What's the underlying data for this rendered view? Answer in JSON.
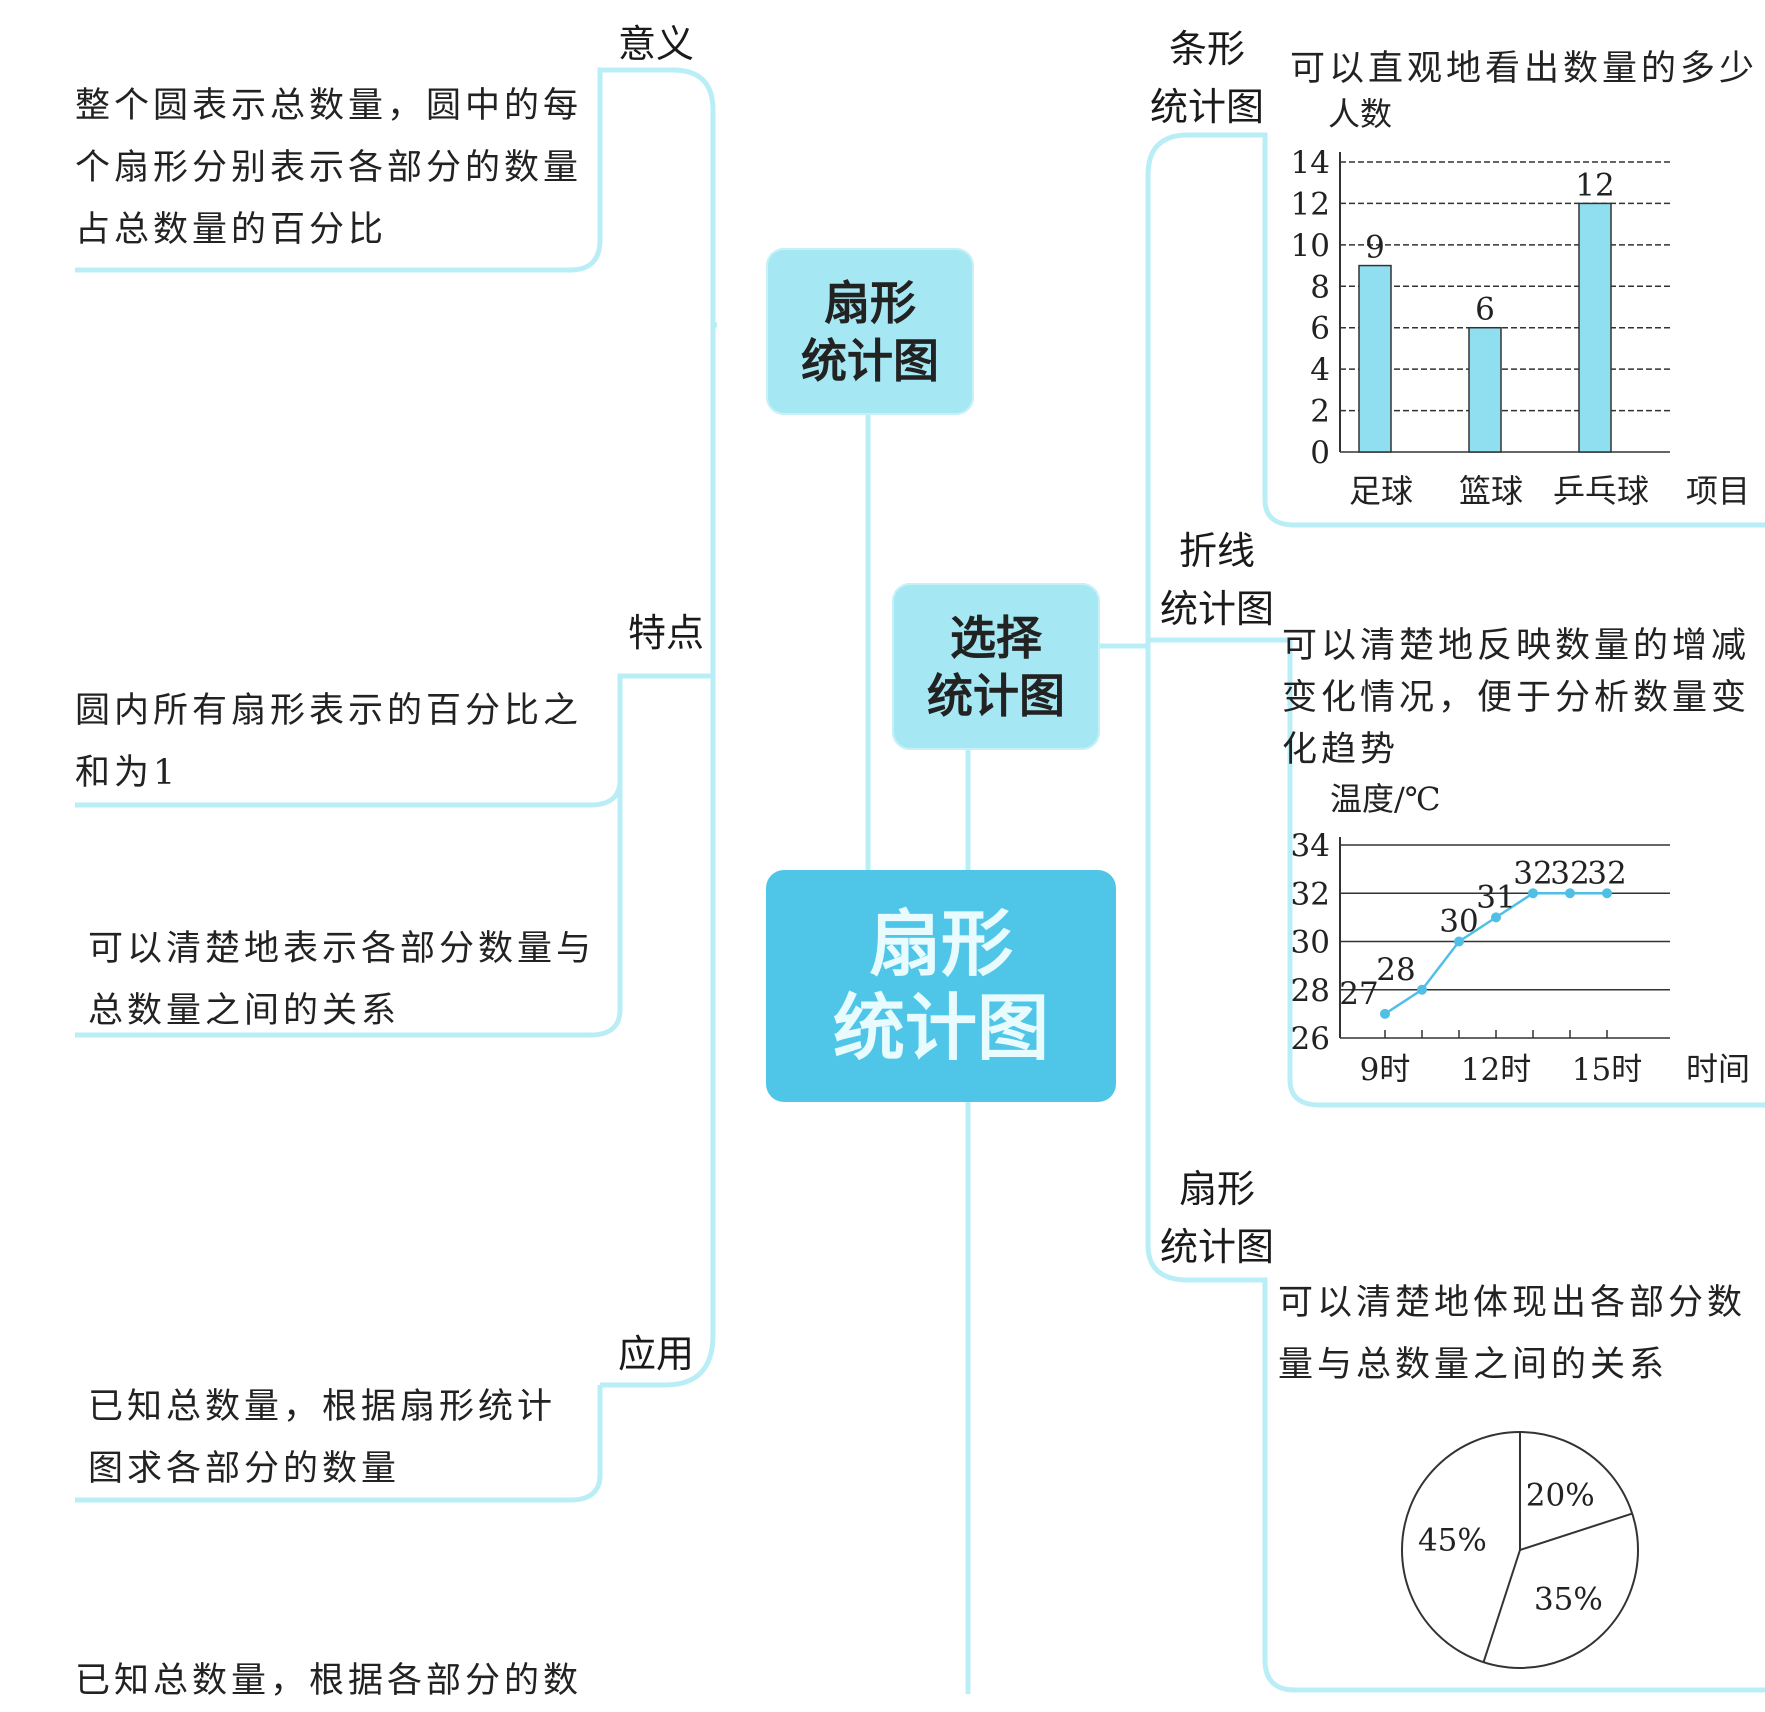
{
  "colors": {
    "branch": "#b9eef6",
    "node_sub": "#a5e8f3",
    "node_center": "#4fc6e7",
    "bar_fill": "#8fdff0",
    "line": "#4fbfe6"
  },
  "center": {
    "label": "扇形\n统计图"
  },
  "left_node": {
    "label": "扇形\n统计图"
  },
  "right_node": {
    "label": "选择\n统计图"
  },
  "left_branches": [
    {
      "label": "意义",
      "text": "整个圆表示总数量，圆中的每\n个扇形分别表示各部分的数量\n占总数量的百分比"
    },
    {
      "label": "特点",
      "texts": [
        "圆内所有扇形表示的百分比之\n和为1",
        "可以清楚地表示各部分数量与\n总数量之间的关系"
      ]
    },
    {
      "label": "应用",
      "texts": [
        "已知总数量，根据扇形统计\n图求各部分的数量",
        "已知总数量，根据各部分的数"
      ]
    }
  ],
  "right_branches": [
    {
      "label": "条形\n统计图",
      "text": "可以直观地看出数量的多少"
    },
    {
      "label": "折线\n统计图",
      "text": "可以清楚地反映数量的增减\n变化情况，便于分析数量变\n化趋势"
    },
    {
      "label": "扇形\n统计图",
      "text": "可以清楚地体现出各部分数\n量与总数量之间的关系"
    }
  ],
  "chart_data": [
    {
      "type": "bar",
      "ylabel": "人数",
      "xlabel": "项目",
      "categories": [
        "足球",
        "篮球",
        "乒乓球"
      ],
      "values": [
        9,
        6,
        12
      ],
      "ylim": [
        0,
        14
      ],
      "yticks": [
        0,
        2,
        4,
        6,
        8,
        10,
        12,
        14
      ],
      "grid": true
    },
    {
      "type": "line",
      "ylabel": "温度/℃",
      "xlabel": "时间",
      "x": [
        9,
        10,
        11,
        12,
        13,
        14,
        15
      ],
      "xticklabels": [
        "9时",
        "12时",
        "15时"
      ],
      "y": [
        27,
        28,
        30,
        31,
        32,
        32,
        32
      ],
      "ylim": [
        26,
        34
      ],
      "yticks": [
        26,
        28,
        30,
        32,
        34
      ],
      "grid": true
    },
    {
      "type": "pie",
      "labels": [
        "20%",
        "35%",
        "45%"
      ],
      "values": [
        20,
        35,
        45
      ]
    }
  ]
}
